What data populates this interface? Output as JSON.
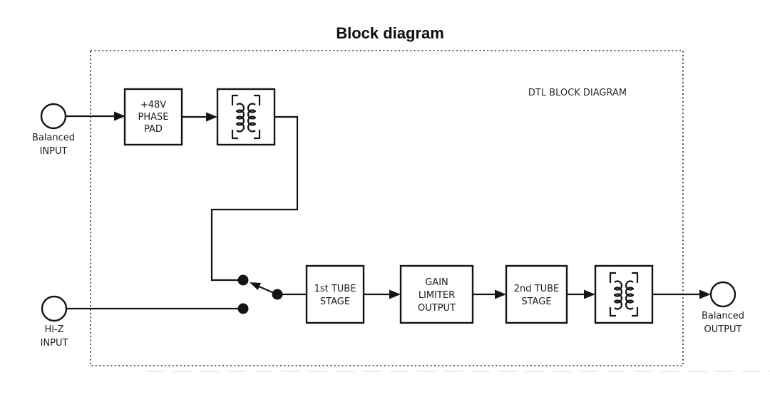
{
  "title": "Block diagram",
  "watermark_label": "DTL BLOCK DIAGRAM",
  "terminals": {
    "balanced_input": {
      "lines": [
        "Balanced",
        "INPUT"
      ]
    },
    "hi_z_input": {
      "lines": [
        "Hi-Z",
        "INPUT"
      ]
    },
    "balanced_output": {
      "lines": [
        "Balanced",
        "OUTPUT"
      ]
    }
  },
  "blocks": {
    "phase_pad": {
      "lines": [
        "+48V",
        "PHASE",
        "PAD"
      ]
    },
    "input_transformer": {
      "symbol": "transformer-icon"
    },
    "first_tube_stage": {
      "lines": [
        "1st TUBE",
        "STAGE"
      ]
    },
    "gain_limiter": {
      "lines": [
        "GAIN",
        "LIMITER",
        "OUTPUT"
      ]
    },
    "second_tube_stage": {
      "lines": [
        "2nd TUBE",
        "STAGE"
      ]
    },
    "output_transformer": {
      "symbol": "transformer-icon"
    }
  },
  "colors": {
    "ink": "#141414",
    "background": "#ffffff"
  }
}
